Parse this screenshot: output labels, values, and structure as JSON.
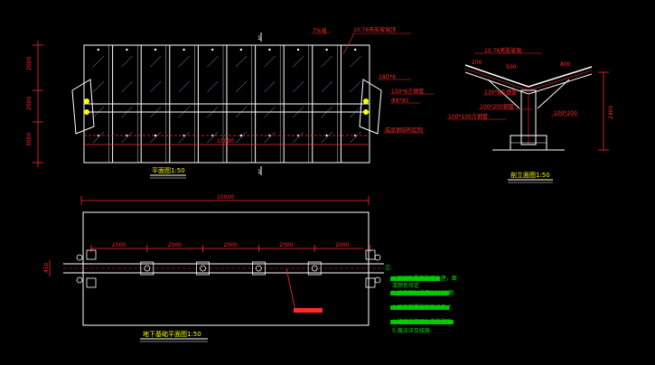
{
  "colors": {
    "background": "#000000",
    "line": "#ffffff",
    "dimension": "#ff2a2a",
    "label": "#ffff00",
    "note": "#00e000",
    "glass": "#6fb4ff"
  },
  "plan": {
    "title": "平面图1:50",
    "section_mark": "1",
    "overall_width": "10000",
    "side_dims": [
      "2000",
      "2000",
      "3000"
    ],
    "labels": {
      "top": "7%坡",
      "glass": "10.76夹胶玻璃顶",
      "beam": "18D*6",
      "beam2": "150*6方钢管",
      "post": "Φ8*90",
      "bottom": "成品钢结构定制"
    }
  },
  "foundation": {
    "title": "地下基础平面图1:50",
    "overall_width": "10000",
    "spacing": [
      "2000",
      "2000",
      "2000",
      "2000",
      "2000"
    ],
    "side_dim": "450"
  },
  "elevation": {
    "title": "剖立面图1:50",
    "height_dim": "2400",
    "top_labels": [
      "10.76夹胶玻璃",
      "200",
      "500",
      "800"
    ],
    "mid_labels": [
      "130*8方钢管",
      "100*200钢管",
      "100*200",
      "100*100方钢管"
    ]
  },
  "notes": {
    "header": "注:",
    "items": [
      "1.钢结构需做防锈处理，面",
      "  漆颜色待定",
      "2.所有钢材采用Q235B钢",
      "3.施工前需核实现场尺寸",
      "4.玻璃采用钢化夹胶玻璃",
      "5.做法详见结施"
    ]
  }
}
